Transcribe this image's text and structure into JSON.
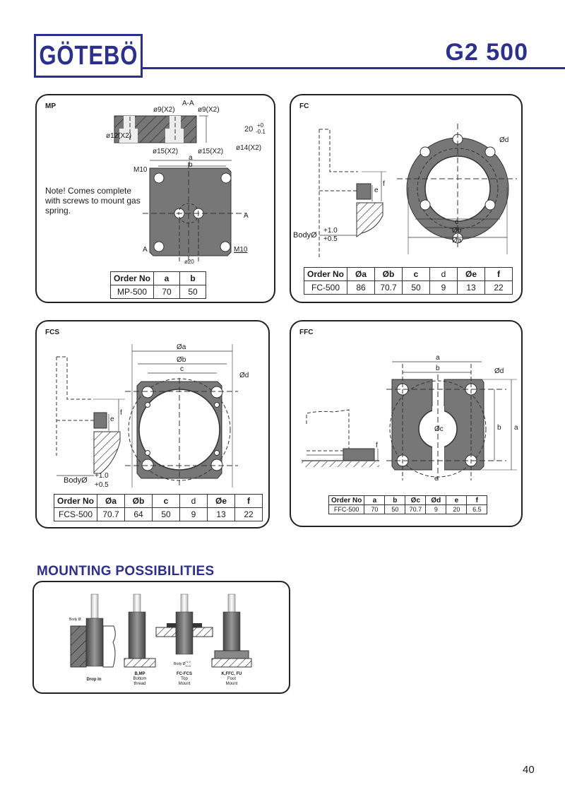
{
  "header": {
    "brand": "GÖTEBÖ",
    "model": "G2 500",
    "brand_color": "#2b2f8f"
  },
  "panels": {
    "mp": {
      "label": "MP",
      "note": "Note! Comes complete with screws to mount gas spring.",
      "annotations": {
        "section": "A-A",
        "hole_small_left": "ø9(X2)",
        "hole_small_right": "ø9(X2)",
        "counterbore_left": "ø15(X2)",
        "counterbore_right": "ø15(X2)",
        "depth_left": "ø12(X2)",
        "depth_right": "ø14(X2)",
        "thickness": "20",
        "tol_upper": "+0",
        "tol_lower": "-0.1",
        "dim_a": "a",
        "dim_b": "b",
        "thread_top": "M10",
        "thread_bottom": "M10",
        "center_dia": "ø20",
        "section_mark": "A"
      },
      "table": {
        "headers": [
          "Order No",
          "a",
          "b"
        ],
        "rows": [
          [
            "MP-500",
            "70",
            "50"
          ]
        ]
      }
    },
    "fc": {
      "label": "FC",
      "annotations": {
        "d": "Ød",
        "c": "c",
        "b": "Øb",
        "a": "Øa",
        "e": "e",
        "f": "f",
        "body": "BodyØ",
        "tol_upper": "+1.0",
        "tol_lower": "+0.5"
      },
      "table": {
        "headers": [
          "Order No",
          "Øa",
          "Øb",
          "c",
          "d",
          "Øe",
          "f"
        ],
        "rows": [
          [
            "FC-500",
            "86",
            "70.7",
            "50",
            "9",
            "13",
            "22"
          ]
        ]
      }
    },
    "fcs": {
      "label": "FCS",
      "annotations": {
        "a": "Øa",
        "b": "Øb",
        "c": "c",
        "d": "Ød",
        "e": "e",
        "f": "f",
        "body": "BodyØ",
        "tol_upper": "+1.0",
        "tol_lower": "+0.5"
      },
      "table": {
        "headers": [
          "Order No",
          "Øa",
          "Øb",
          "c",
          "d",
          "Øe",
          "f"
        ],
        "rows": [
          [
            "FCS-500",
            "70.7",
            "64",
            "50",
            "9",
            "13",
            "22"
          ]
        ]
      }
    },
    "ffc": {
      "label": "FFC",
      "annotations": {
        "a": "a",
        "b": "b",
        "c": "Øc",
        "d": "Ød",
        "e": "e",
        "f": "f",
        "side_a": "a",
        "side_b": "b"
      },
      "table": {
        "headers": [
          "Order No",
          "a",
          "b",
          "Øc",
          "Ød",
          "e",
          "f"
        ],
        "rows": [
          [
            "FFC-500",
            "70",
            "50",
            "70.7",
            "9",
            "20",
            "6.5"
          ]
        ]
      }
    }
  },
  "mounting": {
    "title": "MOUNTING POSSIBILITIES",
    "items": [
      {
        "code": "",
        "name": "Drop In",
        "sub": ""
      },
      {
        "code": "B,MP",
        "name": "Bottom",
        "sub": "thread"
      },
      {
        "code": "FC-FCS",
        "name": "Top",
        "sub": "Mount"
      },
      {
        "code": "K,FFC, FU",
        "name": "Foot",
        "sub": "Mount"
      }
    ],
    "body_label": "Body Ø",
    "body_tol_upper": "+1.0",
    "body_tol_lower": "+0.5"
  },
  "page_number": "40"
}
